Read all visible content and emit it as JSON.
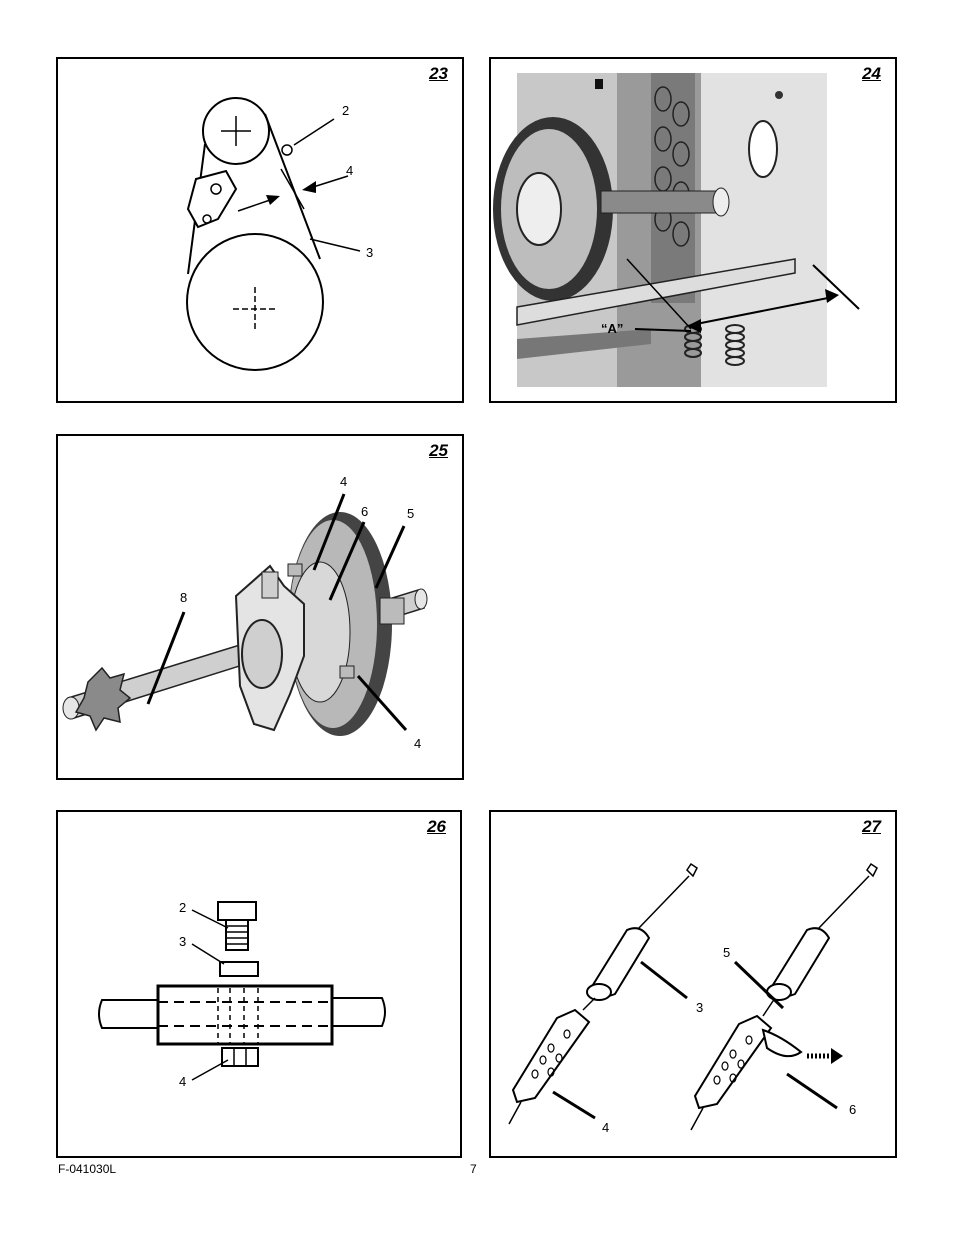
{
  "footer": {
    "doc_code": "F-041030L",
    "page_number": "7"
  },
  "figures": [
    {
      "id": "fig23",
      "number": "23",
      "callouts": [
        "2",
        "4",
        "3"
      ]
    },
    {
      "id": "fig24",
      "number": "24",
      "callouts": [
        "“A”"
      ]
    },
    {
      "id": "fig25",
      "number": "25",
      "callouts": [
        "4",
        "6",
        "5",
        "8",
        "4"
      ]
    },
    {
      "id": "fig26",
      "number": "26",
      "callouts": [
        "2",
        "3",
        "4"
      ]
    },
    {
      "id": "fig27",
      "number": "27",
      "callouts": [
        "5",
        "3",
        "4",
        "6"
      ]
    }
  ]
}
